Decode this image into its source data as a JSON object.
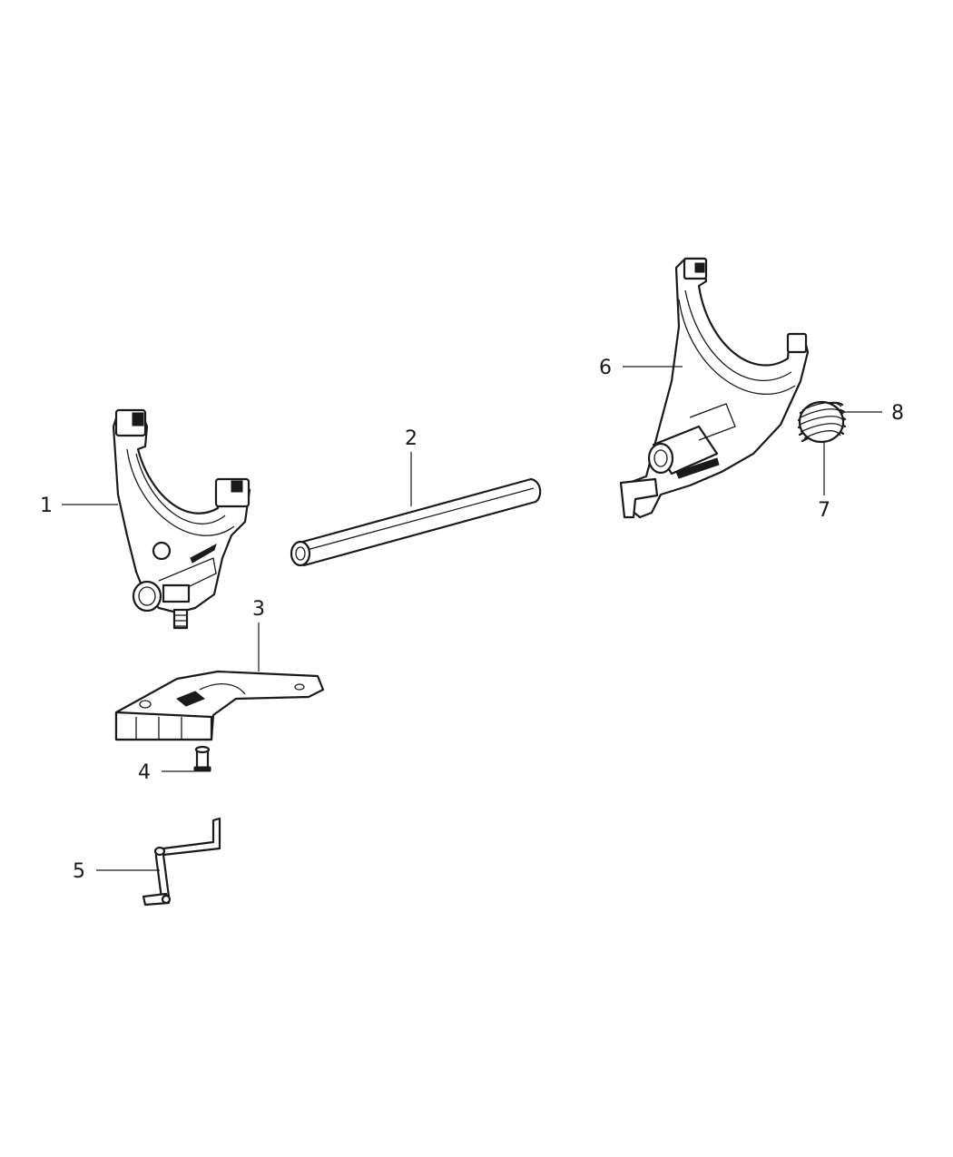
{
  "callouts": {
    "c1": "1",
    "c2": "2",
    "c3": "3",
    "c4": "4",
    "c5": "5",
    "c6": "6",
    "c7": "7",
    "c8": "8"
  },
  "colors": {
    "ink": "#1a1a1a",
    "background": "#ffffff"
  }
}
